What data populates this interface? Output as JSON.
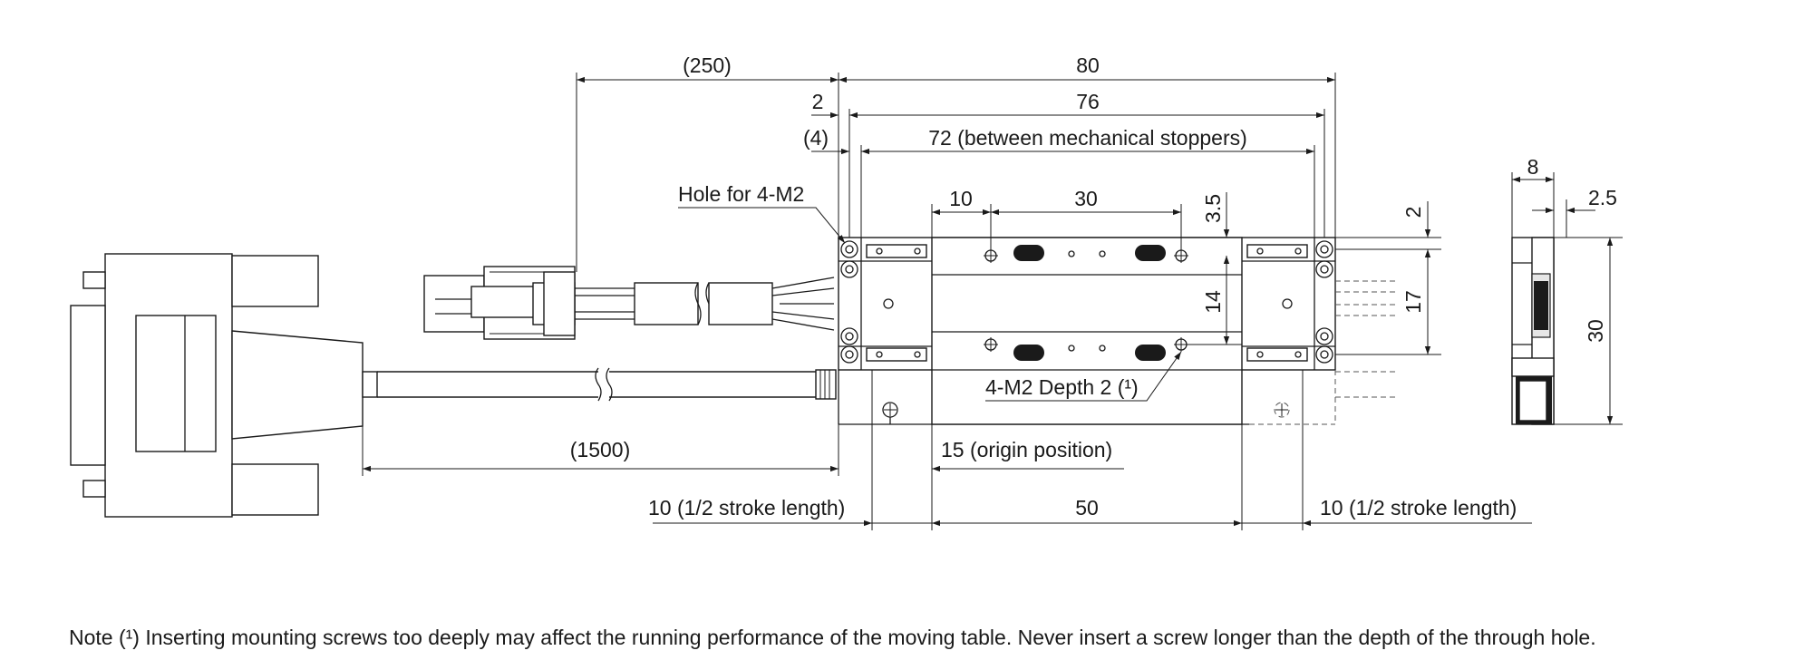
{
  "dims": {
    "d250": "(250)",
    "d80": "80",
    "d2": "2",
    "d76": "76",
    "d4": "(4)",
    "d72": "72 (between mechanical stoppers)",
    "d10": "10",
    "d30": "30",
    "d35": "3.5",
    "d2b": "2",
    "d14": "14",
    "d17": "17",
    "d1500": "(1500)",
    "d15": "15 (origin position)",
    "d10left": "10 (1/2 stroke length)",
    "d50": "50",
    "d10right": "10 (1/2 stroke length)",
    "side8": "8",
    "side25": "2.5",
    "side30": "30"
  },
  "callouts": {
    "hole": "Hole for 4-M2",
    "depth": "4-M2 Depth 2 (¹)"
  },
  "note": "Note  (¹) Inserting mounting screws too deeply may affect the running performance of the moving table. Never insert a screw longer than the depth of the through hole."
}
